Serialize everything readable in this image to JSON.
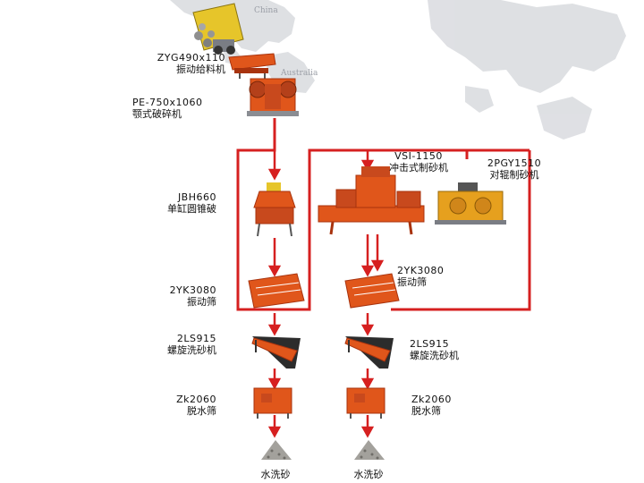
{
  "map": {
    "labels": [
      "China",
      "Australia"
    ]
  },
  "machines": [
    {
      "id": "feeder",
      "model": "ZYG490x110",
      "name": "振动给料机"
    },
    {
      "id": "jaw",
      "model": "PE-750x1060",
      "name": "颚式破碎机"
    },
    {
      "id": "cone",
      "model": "JBH660",
      "name": "单缸圆锥破"
    },
    {
      "id": "vsi",
      "model": "VSI-1150",
      "name": "冲击式制砂机"
    },
    {
      "id": "roller",
      "model": "2PGY1510",
      "name": "对辊制砂机"
    },
    {
      "id": "screen1",
      "model": "2YK3080",
      "name": "振动筛"
    },
    {
      "id": "screen2",
      "model": "2YK3080",
      "name": "振动筛"
    },
    {
      "id": "washer1",
      "model": "2LS915",
      "name": "螺旋洗砂机"
    },
    {
      "id": "washer2",
      "model": "2LS915",
      "name": "螺旋洗砂机"
    },
    {
      "id": "dewater1",
      "model": "Zk2060",
      "name": "脱水筛"
    },
    {
      "id": "dewater2",
      "model": "Zk2060",
      "name": "脱水筛"
    }
  ],
  "outputs": [
    {
      "id": "sand1",
      "name": "水洗砂"
    },
    {
      "id": "sand2",
      "name": "水洗砂"
    }
  ],
  "colors": {
    "flow": "#d62020",
    "machine": "#e0561b",
    "machine_dark": "#a8330e",
    "map": "#b9bcc3"
  }
}
